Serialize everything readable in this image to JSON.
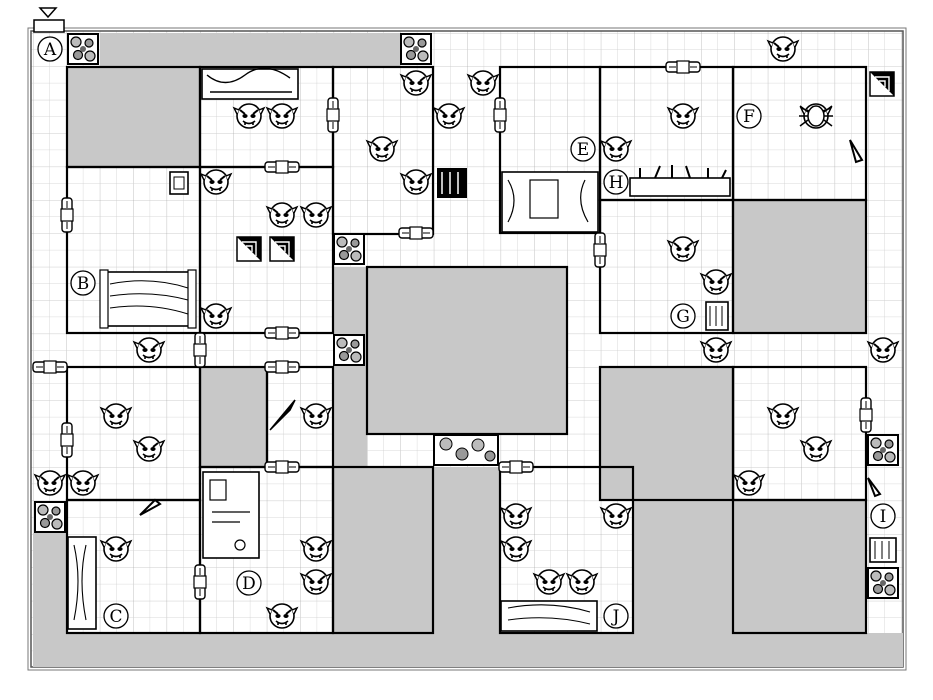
{
  "board": {
    "letters": [
      "A",
      "B",
      "C",
      "D",
      "E",
      "F",
      "G",
      "H",
      "I",
      "J"
    ]
  },
  "icons": {
    "monster": "orc-head-icon",
    "door": "door-icon",
    "rubble": "rubble-block-icon",
    "stairs": "stairs-icon",
    "start": "start-arrow-icon"
  },
  "colors": {
    "grid": "#9a9a9a",
    "blocked": "#c8c8c8",
    "wall": "#000000",
    "floor": "#ffffff"
  }
}
